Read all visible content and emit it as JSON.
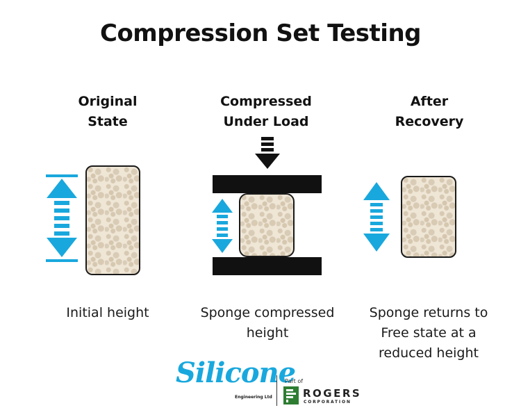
{
  "title": "Compression Set Testing",
  "stages": [
    {
      "title_line1": "Original",
      "title_line2": "State",
      "caption_line1": "Initial height",
      "caption_line2": "",
      "caption_line3": ""
    },
    {
      "title_line1": "Compressed",
      "title_line2": "Under Load",
      "caption_line1": "Sponge compressed",
      "caption_line2": "height",
      "caption_line3": ""
    },
    {
      "title_line1": "After",
      "title_line2": "Recovery",
      "caption_line1": "Sponge returns to",
      "caption_line2": "Free state at a",
      "caption_line3": "reduced height"
    }
  ],
  "logo": {
    "brand": "Silicone",
    "brand_sub": "Engineering Ltd",
    "part_of": "Part of",
    "partner": "ROGERS",
    "partner_sub": "CORPORATION"
  },
  "colors": {
    "arrow": "#19a8dd",
    "plate": "#111111",
    "sponge": "#efe6d6",
    "brand": "#19a8dd",
    "rogers_green": "#2e7d32"
  }
}
